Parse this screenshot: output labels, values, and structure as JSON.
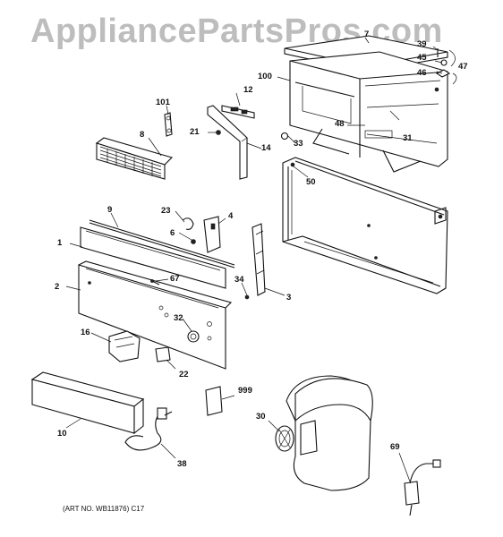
{
  "watermark": "AppliancePartsPros.com",
  "art_number": "(ART NO. WB11876) C17",
  "labels": {
    "p1": "1",
    "p2": "2",
    "p3": "3",
    "p4": "4",
    "p6": "6",
    "p7": "7",
    "p8": "8",
    "p9": "9",
    "p10": "10",
    "p12": "12",
    "p14": "14",
    "p16": "16",
    "p21": "21",
    "p22": "22",
    "p23": "23",
    "p30": "30",
    "p31": "31",
    "p32": "32",
    "p33": "33",
    "p34": "34",
    "p38": "38",
    "p39": "39",
    "p45": "45",
    "p46": "46",
    "p47": "47",
    "p48": "48",
    "p50": "50",
    "p67": "67",
    "p69": "69",
    "p100": "100",
    "p101": "101",
    "p999": "999"
  }
}
